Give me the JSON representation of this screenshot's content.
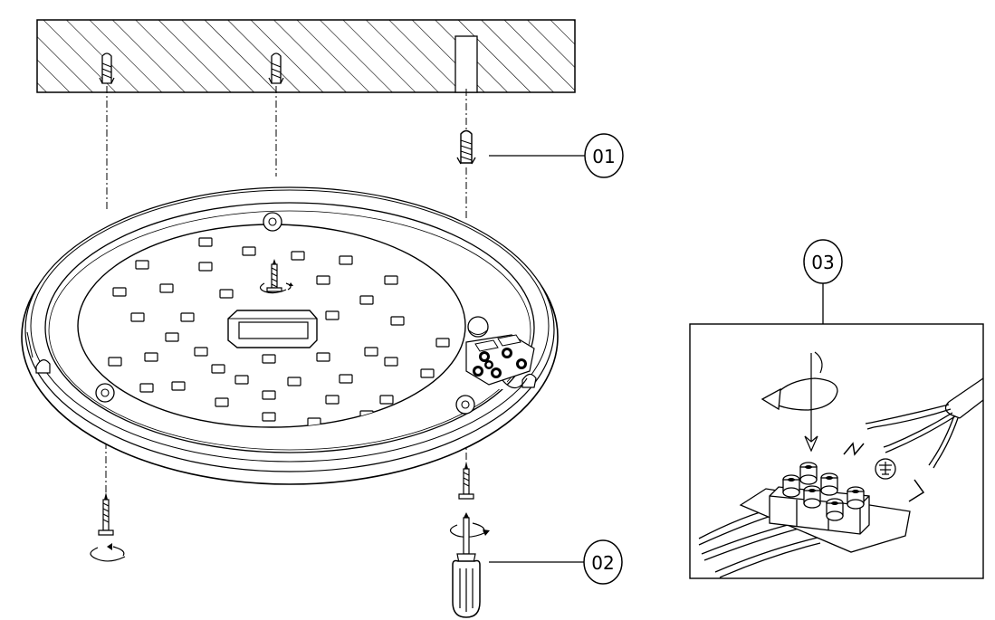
{
  "diagram": {
    "callouts": [
      {
        "id": "01",
        "label": "01"
      },
      {
        "id": "02",
        "label": "02"
      },
      {
        "id": "03",
        "label": "03"
      }
    ],
    "wire_labels": {
      "neutral": "N",
      "live": "L",
      "earth_icon": "earth-ground-symbol"
    },
    "colors": {
      "line": "#000000",
      "background": "#ffffff"
    }
  }
}
